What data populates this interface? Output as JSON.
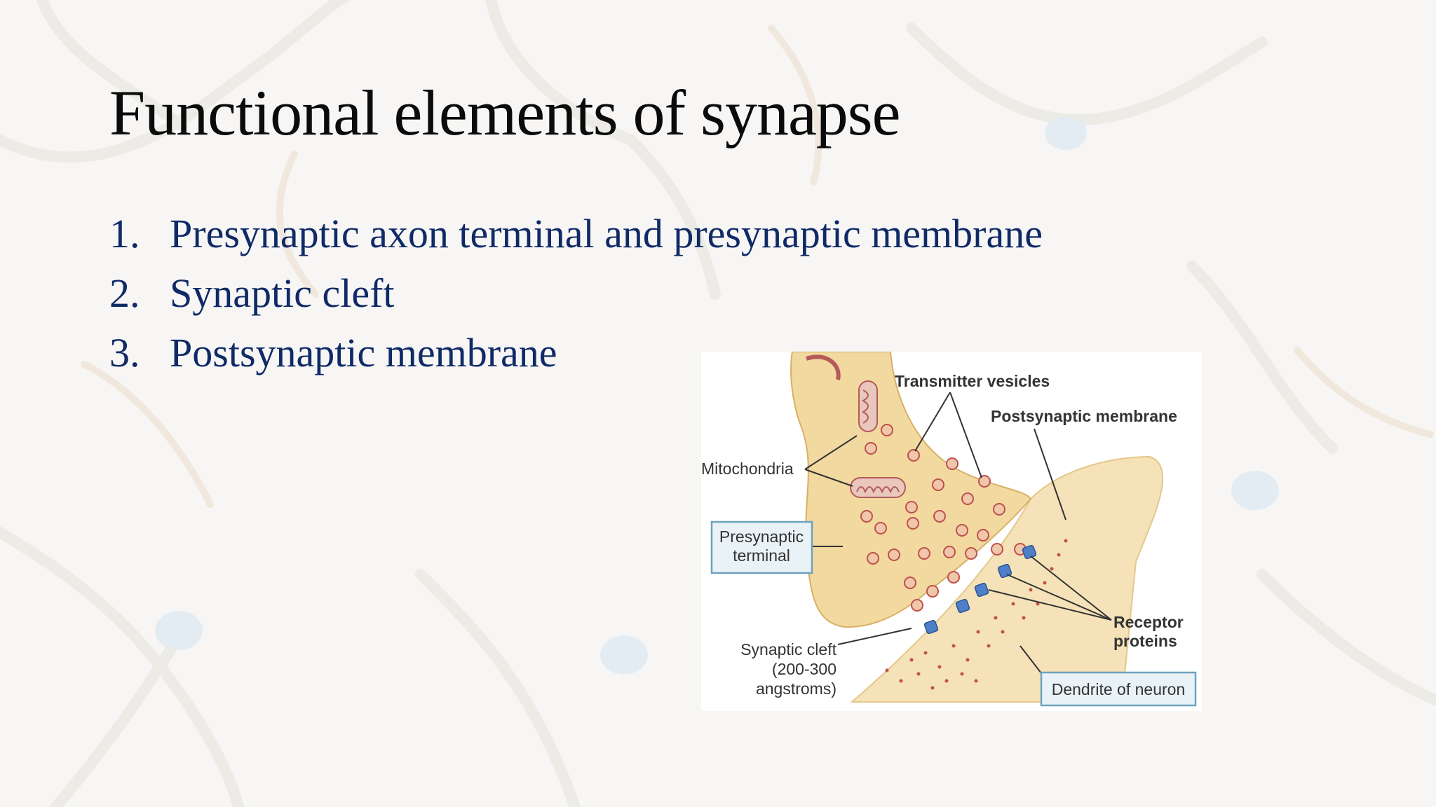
{
  "slide": {
    "title": "Functional elements of synapse",
    "items": [
      {
        "number": "1.",
        "text": "Presynaptic axon terminal and presynaptic membrane"
      },
      {
        "number": "2.",
        "text": "Synaptic cleft"
      },
      {
        "number": "3.",
        "text": "Postsynaptic membrane"
      }
    ]
  },
  "diagram": {
    "labels": {
      "transmitter_vesicles": "Transmitter vesicles",
      "postsynaptic_membrane": "Postsynaptic membrane",
      "mitochondria": "Mitochondria",
      "presynaptic_terminal_line1": "Presynaptic",
      "presynaptic_terminal_line2": "terminal",
      "synaptic_cleft_line1": "Synaptic cleft",
      "synaptic_cleft_line2": "(200-300",
      "synaptic_cleft_line3": "angstroms)",
      "receptor_proteins_line1": "Receptor",
      "receptor_proteins_line2": "proteins",
      "dendrite_of_neuron": "Dendrite of neuron"
    }
  },
  "colors": {
    "title": "#0b0b0b",
    "list_text": "#0f2a66",
    "terminal_fill": "#f2d9a0",
    "dendrite_fill": "#f6e2b8",
    "vesicle": "#c0504d",
    "receptor": "#4f7fc9",
    "label_box": "#6da3bd"
  }
}
